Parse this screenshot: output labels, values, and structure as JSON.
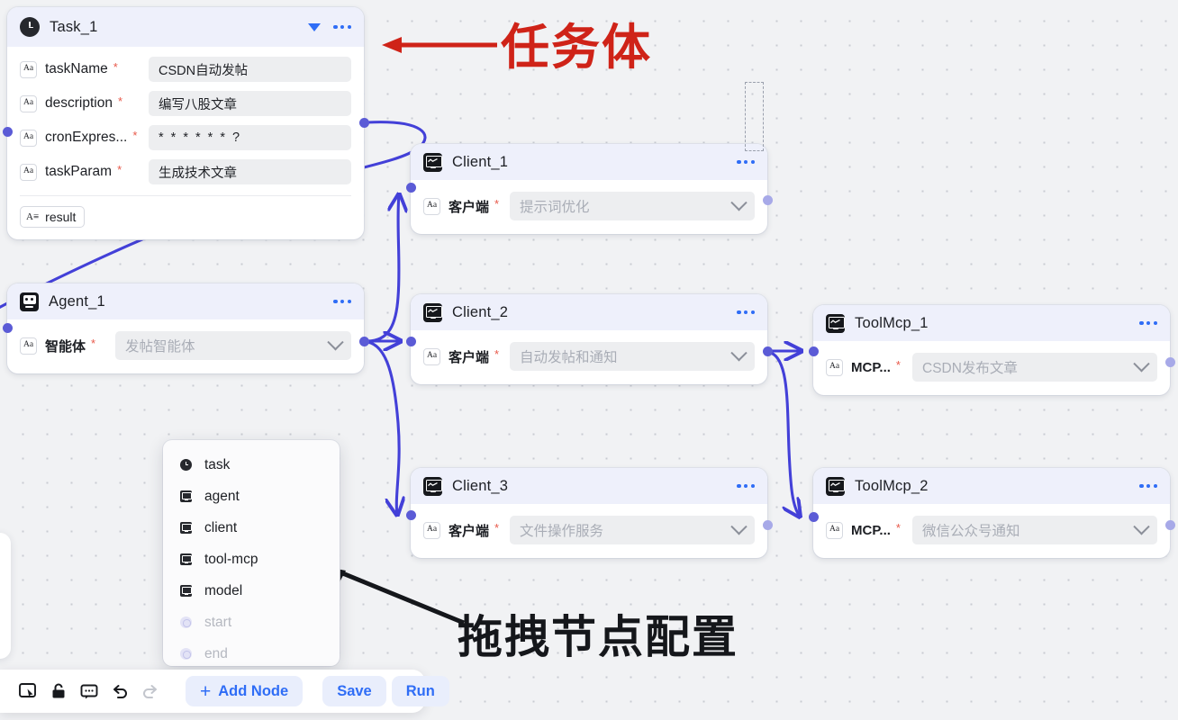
{
  "canvas": {
    "background_color": "#f1f2f4",
    "accent_color": "#2f6df6",
    "edge_color": "#4340d8",
    "port_color": "#5b5bd6"
  },
  "nodes": {
    "task_1": {
      "title": "Task_1",
      "icon": "clock-icon",
      "collapse_icon": "triangle-down-icon",
      "menu_icon": "more-options-icon",
      "fields": [
        {
          "label": "taskName",
          "required": "*",
          "value": "CSDN自动发帖",
          "type_badge": "Aa"
        },
        {
          "label": "description",
          "required": "*",
          "value": "编写八股文章",
          "type_badge": "Aa"
        },
        {
          "label": "cronExpres...",
          "required": "*",
          "value": "* * * * * * ?",
          "type_badge": "Aa"
        },
        {
          "label": "taskParam",
          "required": "*",
          "value": "生成技术文章",
          "type_badge": "Aa"
        }
      ],
      "output_chip": "result"
    },
    "agent_1": {
      "title": "Agent_1",
      "icon": "robot-icon",
      "menu_icon": "more-options-icon",
      "field": {
        "label": "智能体",
        "required": "*",
        "placeholder": "发帖智能体",
        "type_badge": "Aa"
      }
    },
    "client_1": {
      "title": "Client_1",
      "icon": "monitor-icon",
      "menu_icon": "more-options-icon",
      "field": {
        "label": "客户端",
        "required": "*",
        "placeholder": "提示词优化",
        "type_badge": "Aa"
      }
    },
    "client_2": {
      "title": "Client_2",
      "icon": "monitor-icon",
      "menu_icon": "more-options-icon",
      "field": {
        "label": "客户端",
        "required": "*",
        "placeholder": "自动发帖和通知",
        "type_badge": "Aa"
      }
    },
    "client_3": {
      "title": "Client_3",
      "icon": "monitor-icon",
      "menu_icon": "more-options-icon",
      "field": {
        "label": "客户端",
        "required": "*",
        "placeholder": "文件操作服务",
        "type_badge": "Aa"
      }
    },
    "toolmcp_1": {
      "title": "ToolMcp_1",
      "icon": "monitor-icon",
      "menu_icon": "more-options-icon",
      "field": {
        "label": "MCP...",
        "required": "*",
        "placeholder": "CSDN发布文章",
        "type_badge": "Aa"
      }
    },
    "toolmcp_2": {
      "title": "ToolMcp_2",
      "icon": "monitor-icon",
      "menu_icon": "more-options-icon",
      "field": {
        "label": "MCP...",
        "required": "*",
        "placeholder": "微信公众号通知",
        "type_badge": "Aa"
      }
    }
  },
  "context_menu": {
    "items": [
      {
        "label": "task",
        "icon": "clock-icon",
        "disabled": false
      },
      {
        "label": "agent",
        "icon": "robot-icon",
        "disabled": false
      },
      {
        "label": "client",
        "icon": "monitor-icon",
        "disabled": false
      },
      {
        "label": "tool-mcp",
        "icon": "monitor-icon",
        "disabled": false
      },
      {
        "label": "model",
        "icon": "monitor-icon",
        "disabled": false
      },
      {
        "label": "start",
        "icon": "circle-icon",
        "disabled": true
      },
      {
        "label": "end",
        "icon": "circle-icon",
        "disabled": true
      }
    ]
  },
  "toolbar": {
    "icons": [
      {
        "name": "select-tool-icon",
        "disabled": false
      },
      {
        "name": "lock-icon",
        "disabled": false
      },
      {
        "name": "comment-icon",
        "disabled": false
      },
      {
        "name": "undo-icon",
        "disabled": false
      },
      {
        "name": "redo-icon",
        "disabled": true
      }
    ],
    "add_node_label": "Add Node",
    "add_node_plus": "+",
    "save_label": "Save",
    "run_label": "Run"
  },
  "annotations": {
    "red_label": "任务体",
    "red_color": "#cf2318",
    "black_label": "拖拽节点配置",
    "black_color": "#15171b"
  }
}
